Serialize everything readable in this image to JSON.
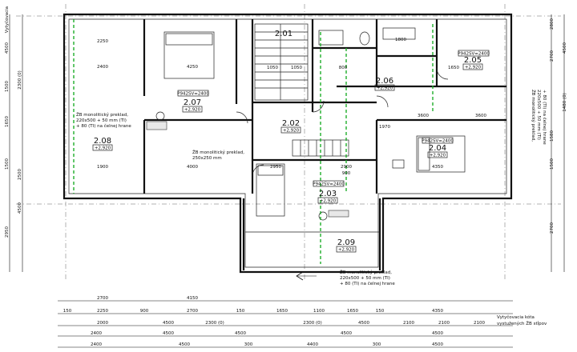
{
  "rooms": [
    {
      "id": "2.01",
      "level": null
    },
    {
      "id": "2.02",
      "level": "+2,920"
    },
    {
      "id": "2.03",
      "level": "+2,920"
    },
    {
      "id": "2.04",
      "level": "+2,920"
    },
    {
      "id": "2.05",
      "level": "+2,920"
    },
    {
      "id": "2.06",
      "level": "+2,920"
    },
    {
      "id": "2.07",
      "level": "+2,920"
    },
    {
      "id": "2.08",
      "level": "+2,920"
    },
    {
      "id": "2.09",
      "level": "+2,920"
    }
  ],
  "window_tags": [
    "P942SV=2400",
    "P942SV=2400",
    "P942SV=2400",
    "P942SV=2400"
  ],
  "lintel_notes": {
    "left": [
      "ŽB monolitický preklad,",
      "220x500 + 50 mm (TI)",
      "+ 80 (TI) na čelnej hrane"
    ],
    "middle": [
      "ŽB monolitický preklad,",
      "250x250 mm"
    ],
    "bottom": [
      "ŽB monolitický preklad,",
      "220x500 + 50 mm (TI)",
      "+ 80 (TI) na čelnej hrane"
    ],
    "right": [
      "ŽB monolitický preklad,",
      "220x500 + 50 mm (TI)",
      "+ 80 (TI) na čelnej hrane"
    ]
  },
  "legend": {
    "line1": "Vytyčovacia kóta",
    "line2": "vystužených ŽB stĺpov"
  },
  "corner_label": "Vytyčovacia",
  "interior_dims": {
    "top": [
      "2250",
      "4250",
      "1050",
      "1050",
      "1800",
      "800",
      "2400",
      "3600",
      "1650"
    ],
    "mid": [
      "1900",
      "4000",
      "2950",
      "2900",
      "3600",
      "900",
      "1970",
      "4350"
    ]
  },
  "bottom_dims": {
    "row1": [
      "2700",
      "4150"
    ],
    "row2": [
      "150",
      "2250",
      "900",
      "2700",
      "150",
      "1650",
      "1100",
      "1650",
      "150",
      "4350"
    ],
    "row3": [
      "2000",
      "4500",
      "2300 (0)",
      "2300 (0)",
      "4500",
      "2100",
      "2100",
      "2100"
    ],
    "row4": [
      "2400",
      "4500",
      "4500",
      "4500",
      "4500"
    ],
    "row5": [
      "2400",
      "4500",
      "300",
      "4400",
      "300",
      "4500"
    ]
  },
  "left_dims": [
    "4500",
    "2300 (0)",
    "1500",
    "1650",
    "1500",
    "2500",
    "4500",
    "2950"
  ],
  "right_dims": [
    "2800",
    "2700",
    "4500",
    "1580",
    "1500",
    "2700",
    "1480 (0)"
  ]
}
